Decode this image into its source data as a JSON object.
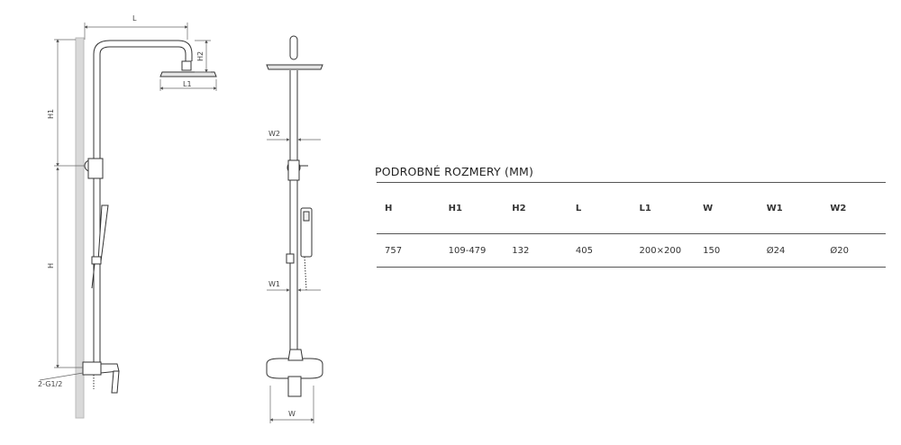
{
  "drawing": {
    "side_view_labels": {
      "L": "L",
      "H1": "H1",
      "H2": "H2",
      "L1": "L1",
      "H": "H",
      "connection": "2-G1/2"
    },
    "front_view_labels": {
      "W2": "W2",
      "W1": "W1",
      "W": "W"
    }
  },
  "spec": {
    "title": "PODROBNÉ ROZMERY (MM)",
    "headers": [
      "H",
      "H1",
      "H2",
      "L",
      "L1",
      "W",
      "W1",
      "W2"
    ],
    "values": [
      "757",
      "109-479",
      "132",
      "405",
      "200×200",
      "150",
      "Ø24",
      "Ø20"
    ]
  }
}
